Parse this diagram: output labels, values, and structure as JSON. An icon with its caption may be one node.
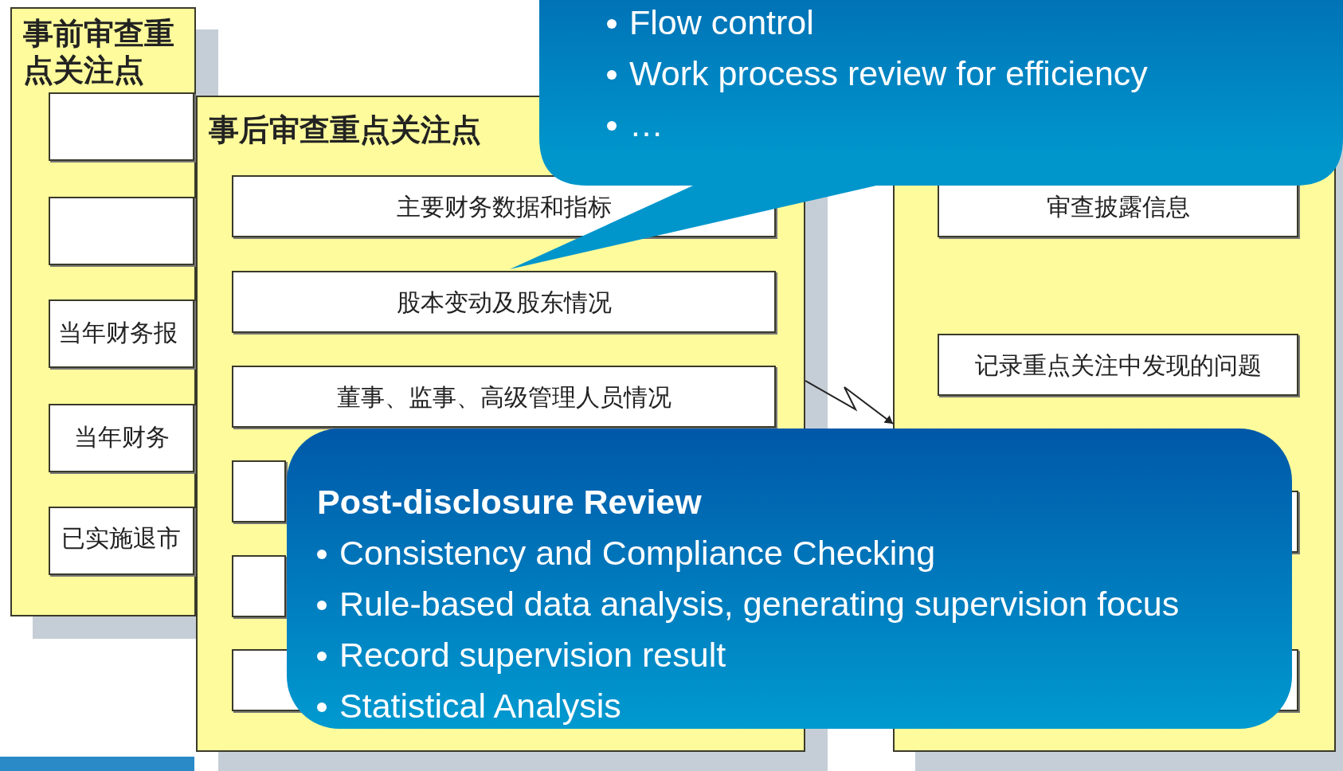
{
  "diagram": {
    "nodes": [
      {
        "text": [
          "事前审查重点关注点"
        ]
      },
      {
        "text": [],
        "shape": "box",
        "in": 0
      },
      {
        "text": [],
        "shape": "box",
        "in": 0
      },
      {
        "text": [
          "当年财务报"
        ],
        "in": 0
      },
      {
        "text": [
          "当年财务"
        ],
        "in": 0
      },
      {
        "text": [
          "已实施退市"
        ],
        "in": 0
      },
      {
        "text": [
          "事后审查重点关注点"
        ]
      },
      {
        "text": [
          "主要财务数据和指标"
        ],
        "in": 6
      },
      {
        "text": [
          "股本变动及股东情况"
        ],
        "in": 6
      },
      {
        "text": [
          "董事、监事、高级管理人员情况"
        ],
        "in": 6
      },
      {
        "text": [],
        "shape": "box",
        "in": 6
      },
      {
        "text": [],
        "shape": "box",
        "in": 6
      },
      {
        "text": [],
        "shape": "box",
        "in": 6
      },
      {
        "text": [],
        "shape": "box"
      },
      {
        "text": [
          "审查披露信息"
        ],
        "in": 13
      },
      {
        "text": [
          "记录重点关注中发现的问题"
        ],
        "in": 13
      },
      {
        "text": [],
        "shape": "box",
        "in": 13
      },
      {
        "text": [],
        "shape": "box",
        "in": 13
      },
      {
        "text": [
          "Flow control",
          "Work process review for efficiency",
          "…"
        ]
      },
      {
        "text": [
          "Post-disclosure Review",
          "Consistency and Compliance Checking",
          "Rule-based data analysis, generating supervision focus",
          "Record supervision result",
          "Statistical Analysis"
        ]
      }
    ],
    "edges": [
      {
        "from": 6,
        "to": 13,
        "arrow": "to"
      }
    ]
  }
}
